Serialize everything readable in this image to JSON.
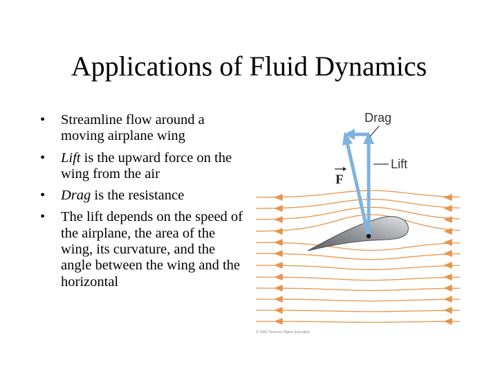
{
  "slide": {
    "title": "Applications of Fluid Dynamics",
    "bullets": [
      {
        "lead": "",
        "rest": "Streamline flow around a moving airplane wing"
      },
      {
        "lead": "Lift",
        "rest": " is the upward force on the wing from the air"
      },
      {
        "lead": "Drag",
        "rest": " is the resistance"
      },
      {
        "lead": "",
        "rest": "The lift depends on the speed of the airplane, the area of the wing, its curvature, and the angle between the wing and the horizontal"
      }
    ]
  },
  "figure": {
    "drag_label": "Drag",
    "lift_label": "Lift",
    "force_label": "F",
    "credit": "© 2006 Thomson Higher Education",
    "colors": {
      "streamline": "#e8944a",
      "force_arrow": "#7fb3dc",
      "wing_dark": "#5c5f63",
      "wing_light": "#d8dadc"
    }
  }
}
